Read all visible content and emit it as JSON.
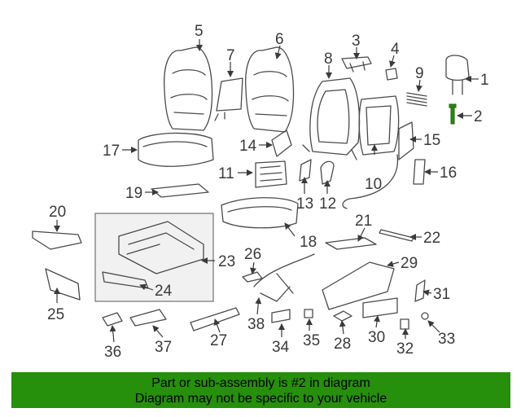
{
  "diagram": {
    "callouts": [
      "1",
      "2",
      "3",
      "4",
      "5",
      "6",
      "7",
      "8",
      "9",
      "10",
      "11",
      "12",
      "13",
      "14",
      "15",
      "16",
      "17",
      "18",
      "19",
      "20",
      "21",
      "22",
      "23",
      "24",
      "25",
      "26",
      "27",
      "28",
      "29",
      "30",
      "31",
      "32",
      "33",
      "34",
      "35",
      "36",
      "37",
      "38"
    ],
    "highlighted_part": "2",
    "highlight_color": "#268f0b"
  },
  "footer": {
    "line1": "Part or sub-assembly is #2 in diagram",
    "line2": "Diagram may not be specific to your vehicle",
    "background": "#268f0b"
  }
}
